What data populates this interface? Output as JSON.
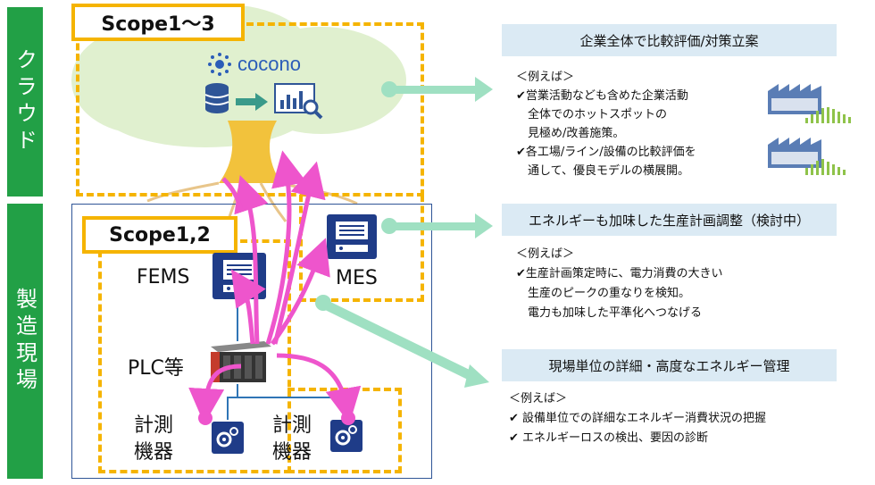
{
  "sidebar": {
    "cloud_label": "クラウド",
    "factory_label": "製造現場"
  },
  "scopes": {
    "outer": "Scope1～3",
    "inner": "Scope1,2"
  },
  "cloud": {
    "logo_text": "cocono"
  },
  "devices": {
    "fems": "FEMS",
    "mes": "MES",
    "plc": "PLC等",
    "sensor_left": "計測\n機器",
    "sensor_right": "計測\n機器"
  },
  "panels": [
    {
      "header": "企業全体で比較評価/対策立案",
      "example": "＜例えば＞",
      "lines": [
        "✔営業活動なども含めた企業活動",
        "　全体でのホットスポットの",
        "　見極め/改善施策。",
        "✔各工場/ライン/設備の比較評価を",
        "　通して、優良モデルの横展開。"
      ]
    },
    {
      "header": "エネルギーも加味した生産計画調整（検討中）",
      "example": "＜例えば＞",
      "lines": [
        "✔生産計画策定時に、電力消費の大きい",
        "　生産のピークの重なりを検知。",
        "　電力も加味した平準化へつなげる"
      ]
    },
    {
      "header": "現場単位の詳細・高度なエネルギー管理",
      "example": "＜例えば＞",
      "lines": [
        "✔ 設備単位での詳細なエネルギー消費状況の把握",
        "✔ エネルギーロスの検出、要因の診断"
      ]
    }
  ],
  "colors": {
    "sidebar": "#22a046",
    "scope_border": "#f5b400",
    "arrow_green": "#9fe0c2",
    "arrow_pink": "#ee55cc",
    "device_blue": "#1f3c88",
    "header_bg": "#dbeaf4"
  }
}
